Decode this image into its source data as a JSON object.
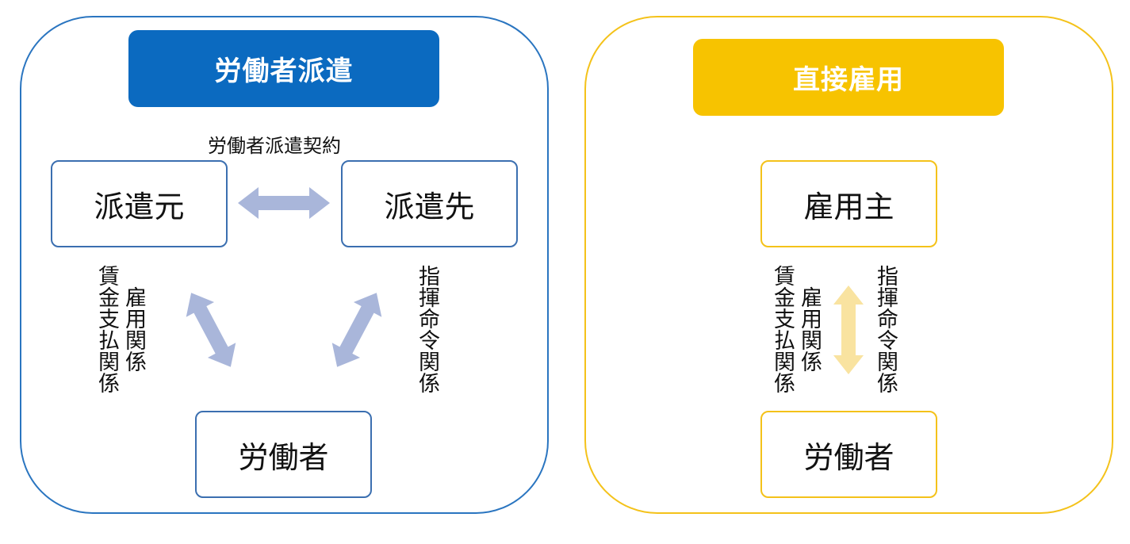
{
  "left": {
    "header": "労働者派遣",
    "contract_label": "労働者派遣契約",
    "nodes": {
      "dispatcher": "派遣元",
      "client": "派遣先",
      "worker": "労働者"
    },
    "relations": {
      "wage": "賃金支払関係",
      "employment": "雇用関係",
      "command": "指揮命令関係"
    }
  },
  "right": {
    "header": "直接雇用",
    "nodes": {
      "employer": "雇用主",
      "worker": "労働者"
    },
    "relations": {
      "wage": "賃金支払関係",
      "employment": "雇用関係",
      "command": "指揮命令関係"
    }
  },
  "colors": {
    "left_accent": "#0b6ac0",
    "left_border": "#2a75c0",
    "right_accent": "#f7c300",
    "right_border": "#f4c21a",
    "left_arrow": "#a9b6da",
    "right_arrow": "#f9e3a0"
  }
}
